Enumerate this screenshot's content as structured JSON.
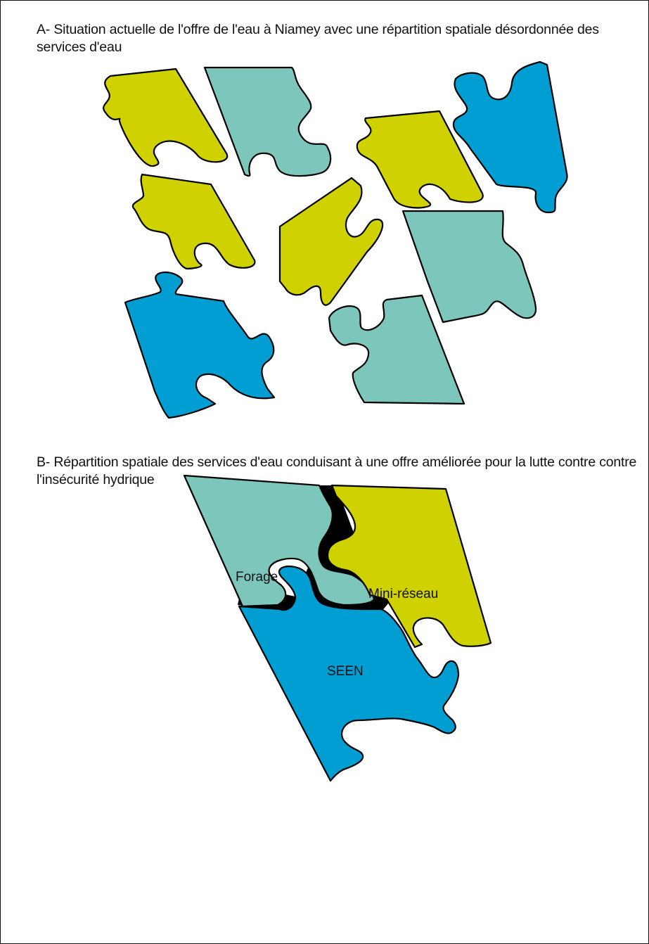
{
  "panel_a": {
    "caption": "A- Situation actuelle de l'offre de l'eau à Niamey avec une répartition spatiale désordonnée des services d'eau"
  },
  "panel_b": {
    "caption": "B- Répartition spatiale des services d'eau conduisant à une offre améliorée pour la lutte contre contre l'insécurité hydrique",
    "labels": {
      "forage": "Forage",
      "mini_reseau": "Mini-réseau",
      "seen": "SEEN"
    }
  },
  "colors": {
    "forage": "#7dc6bc",
    "mini_reseau": "#d0d200",
    "seen": "#009ed2",
    "outline": "#000000"
  }
}
